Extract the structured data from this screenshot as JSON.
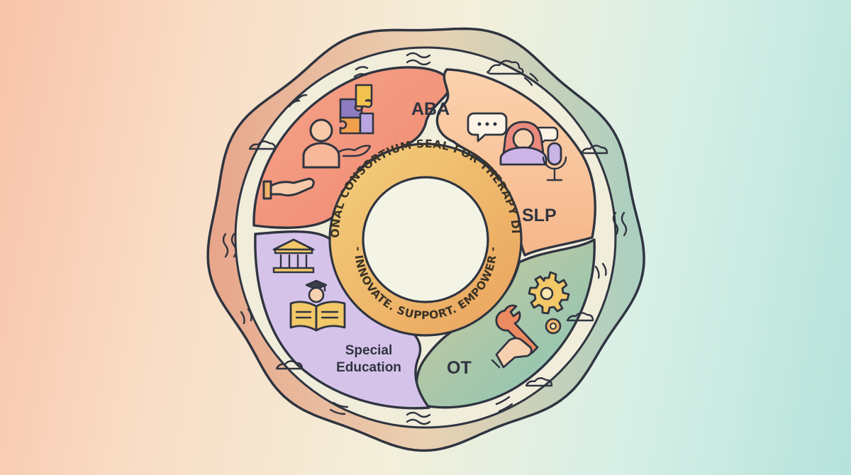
{
  "seal": {
    "arc_top_text": "PROFESSIONAL CONSORTIUM SEAL FOR THERAPY DISCIPLINES",
    "arc_bottom_text": "- INNOVATE. SUPPORT. EMPOWER -"
  },
  "segments": [
    {
      "id": "aba",
      "label": "ABA",
      "color": "#f39a80"
    },
    {
      "id": "slp",
      "label": "SLP",
      "color": "#f9c39b"
    },
    {
      "id": "ot",
      "label": "OT",
      "color": "#9fd0c2"
    },
    {
      "id": "sped",
      "label_line1": "Special",
      "label_line2": "Education",
      "color": "#d3bfe6"
    }
  ],
  "colors": {
    "outer_ring": "#e9c3a3",
    "inner_band": "#f0ead6",
    "gold_ring": "#f2b969",
    "center": "#f3f4e6",
    "ink": "#2f3440"
  },
  "icons": [
    "puzzle-icon",
    "person-hands-icon",
    "open-hand-icon",
    "speech-bubble-icon",
    "speaker-person-icon",
    "microphone-icon",
    "gear-icon",
    "wrench-hand-icon",
    "institution-icon",
    "graduate-book-icon",
    "cloud-icon",
    "wave-icon"
  ]
}
